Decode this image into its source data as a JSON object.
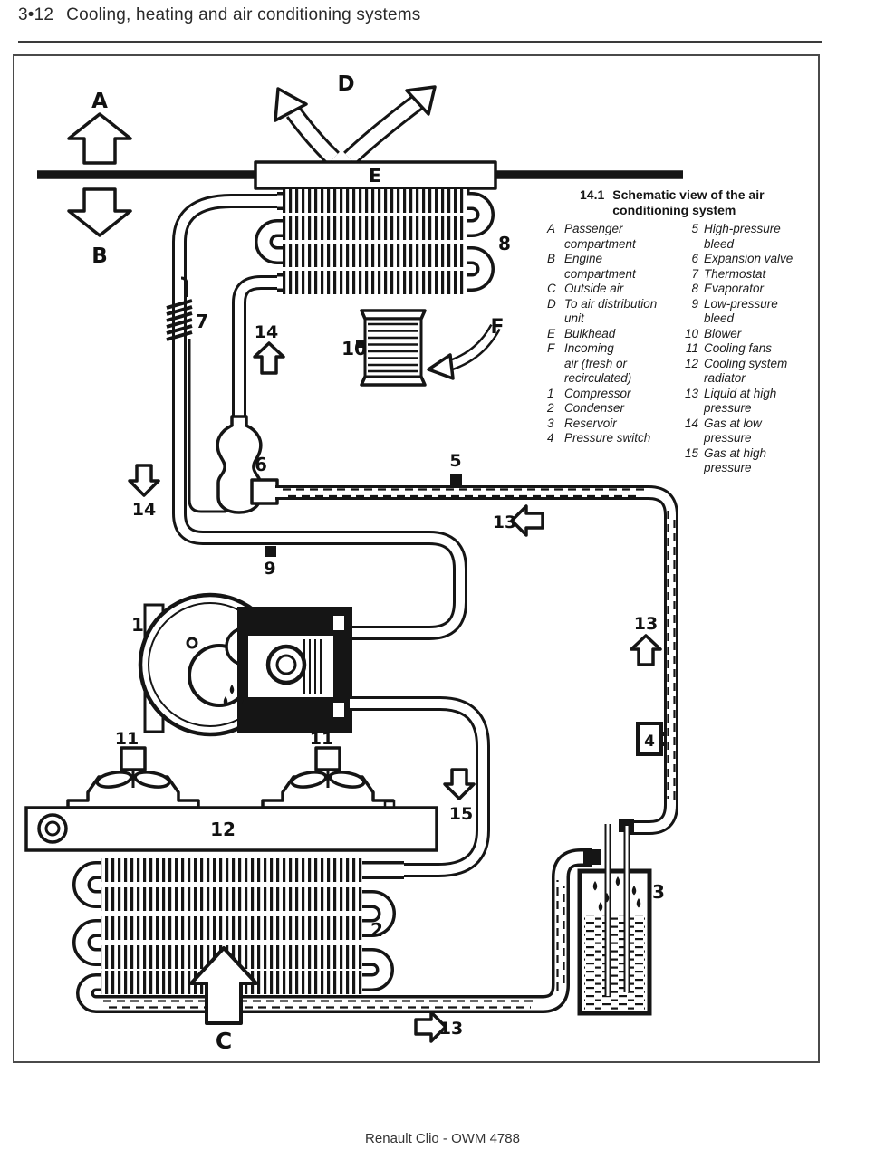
{
  "page": {
    "header_number": "3•12",
    "header_title": "Cooling, heating and air conditioning systems",
    "footer": "Renault Clio - OWM 4788"
  },
  "figure": {
    "caption_number": "14.1",
    "caption_text": "Schematic view of the air\nconditioning system",
    "legend_left": [
      {
        "key": "A",
        "label": "Passenger\ncompartment"
      },
      {
        "key": "B",
        "label": "Engine\ncompartment"
      },
      {
        "key": "C",
        "label": "Outside air"
      },
      {
        "key": "D",
        "label": "To air distribution\nunit"
      },
      {
        "key": "E",
        "label": "Bulkhead"
      },
      {
        "key": "F",
        "label": "Incoming\nair (fresh or\nrecirculated)"
      },
      {
        "key": "1",
        "label": "Compressor"
      },
      {
        "key": "2",
        "label": "Condenser"
      },
      {
        "key": "3",
        "label": "Reservoir"
      },
      {
        "key": "4",
        "label": "Pressure switch"
      }
    ],
    "legend_right": [
      {
        "key": "5",
        "label": "High-pressure\nbleed"
      },
      {
        "key": "6",
        "label": "Expansion valve"
      },
      {
        "key": "7",
        "label": "Thermostat"
      },
      {
        "key": "8",
        "label": "Evaporator"
      },
      {
        "key": "9",
        "label": "Low-pressure\nbleed"
      },
      {
        "key": "10",
        "label": "Blower"
      },
      {
        "key": "11",
        "label": "Cooling fans"
      },
      {
        "key": "12",
        "label": "Cooling system\nradiator"
      },
      {
        "key": "13",
        "label": "Liquid at high\npressure"
      },
      {
        "key": "14",
        "label": "Gas at low\npressure"
      },
      {
        "key": "15",
        "label": "Gas at high\npressure"
      }
    ],
    "diagram_labels": {
      "a": "A",
      "b": "B",
      "c": "C",
      "d": "D",
      "e": "E",
      "f": "F",
      "n1": "1",
      "n2": "2",
      "n3": "3",
      "n4": "4",
      "n5": "5",
      "n6": "6",
      "n7": "7",
      "n8": "8",
      "n9": "9",
      "n10": "10",
      "n11": "11",
      "n12": "12",
      "n13": "13",
      "n14": "14",
      "n15": "15"
    },
    "ink_color": "#151515"
  }
}
